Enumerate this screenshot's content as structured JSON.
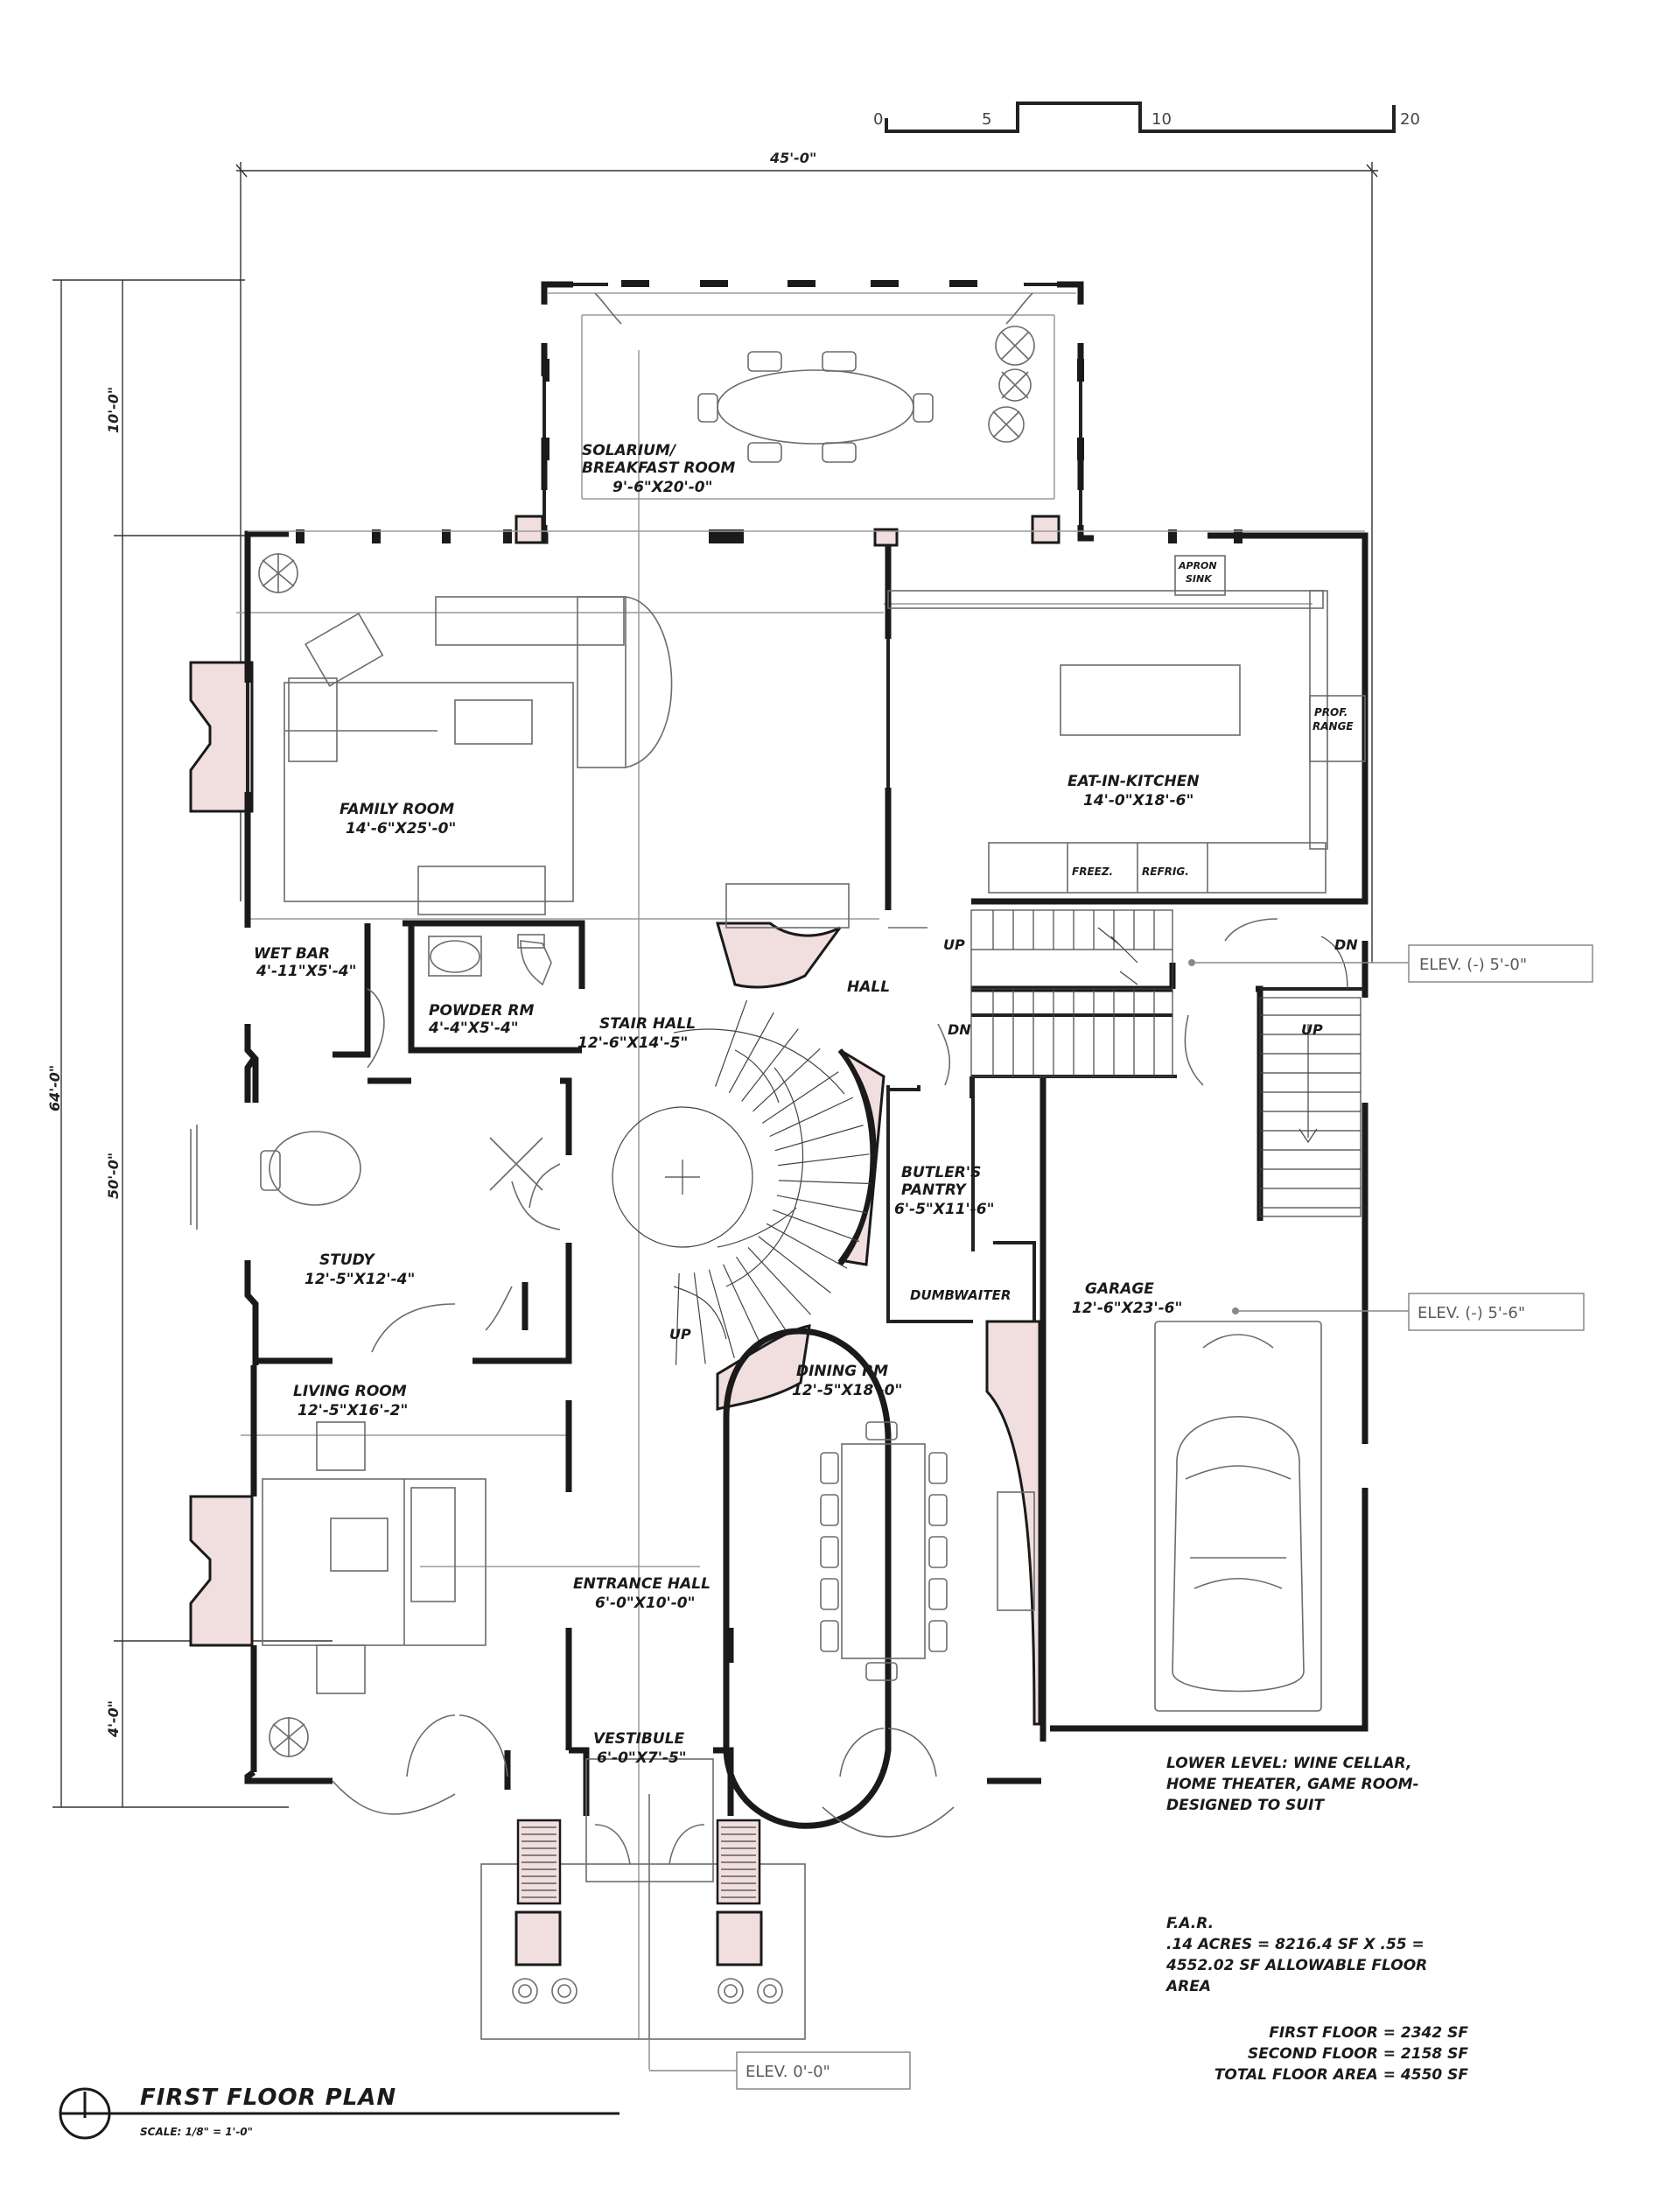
{
  "title": "FIRST FLOOR PLAN",
  "scale_note": "SCALE: 1/8\" = 1'-0\"",
  "graphic_scale": {
    "ticks": [
      "0",
      "5",
      "10",
      "20"
    ]
  },
  "dimensions": {
    "overall_width": "45'-0\"",
    "overall_depth": "64'-0\"",
    "segment_top": "10'-0\"",
    "segment_mid": "50'-0\"",
    "segment_bottom": "4'-0\""
  },
  "rooms": {
    "solarium": {
      "name": "SOLARIUM/",
      "name2": "BREAKFAST ROOM",
      "size": "9'-6\"X20'-0\""
    },
    "family": {
      "name": "FAMILY ROOM",
      "size": "14'-6\"X25'-0\""
    },
    "kitchen": {
      "name": "EAT-IN-KITCHEN",
      "size": "14'-0\"X18'-6\""
    },
    "wetbar": {
      "name": "WET BAR",
      "size": "4'-11\"X5'-4\""
    },
    "powder": {
      "name": "POWDER RM",
      "size": "4'-4\"X5'-4\""
    },
    "stairhall": {
      "name": "STAIR HALL",
      "size": "12'-6\"X14'-5\""
    },
    "hall": {
      "name": "HALL"
    },
    "butler": {
      "name": "BUTLER'S",
      "name2": "PANTRY",
      "size": "6'-5\"X11'-6\""
    },
    "dumbwaiter": {
      "name": "DUMBWAITER"
    },
    "garage": {
      "name": "GARAGE",
      "size": "12'-6\"X23'-6\""
    },
    "study": {
      "name": "STUDY",
      "size": "12'-5\"X12'-4\""
    },
    "living": {
      "name": "LIVING ROOM",
      "size": "12'-5\"X16'-2\""
    },
    "dining": {
      "name": "DINING RM",
      "size": "12'-5\"X18'-0\""
    },
    "entrance": {
      "name": "ENTRANCE HALL",
      "size": "6'-0\"X10'-0\""
    },
    "vestibule": {
      "name": "VESTIBULE",
      "size": "6'-0\"X7'-5\""
    }
  },
  "fixtures": {
    "apron_sink": {
      "l1": "APRON",
      "l2": "SINK"
    },
    "range": {
      "l1": "PROF.",
      "l2": "RANGE"
    },
    "freezer": "FREEZ.",
    "refrig": "REFRIG."
  },
  "stair_labels": {
    "up1": "UP",
    "dn1": "DN",
    "dn2": "DN",
    "up2": "UP",
    "up3": "UP"
  },
  "elevations": {
    "e1": "ELEV. (-) 5'-0\"",
    "e2": "ELEV. (-) 5'-6\"",
    "e3": "ELEV. 0'-0\""
  },
  "notes": {
    "lower": [
      "LOWER LEVEL: WINE CELLAR,",
      "HOME THEATER, GAME ROOM-",
      "DESIGNED TO SUIT"
    ],
    "far": [
      "F.A.R.",
      ".14 ACRES = 8216.4 SF X .55 =",
      "4552.02 SF ALLOWABLE FLOOR",
      "AREA"
    ],
    "areas": [
      "FIRST FLOOR = 2342 SF",
      "SECOND FLOOR = 2158 SF",
      "TOTAL FLOOR AREA = 4550 SF"
    ]
  }
}
